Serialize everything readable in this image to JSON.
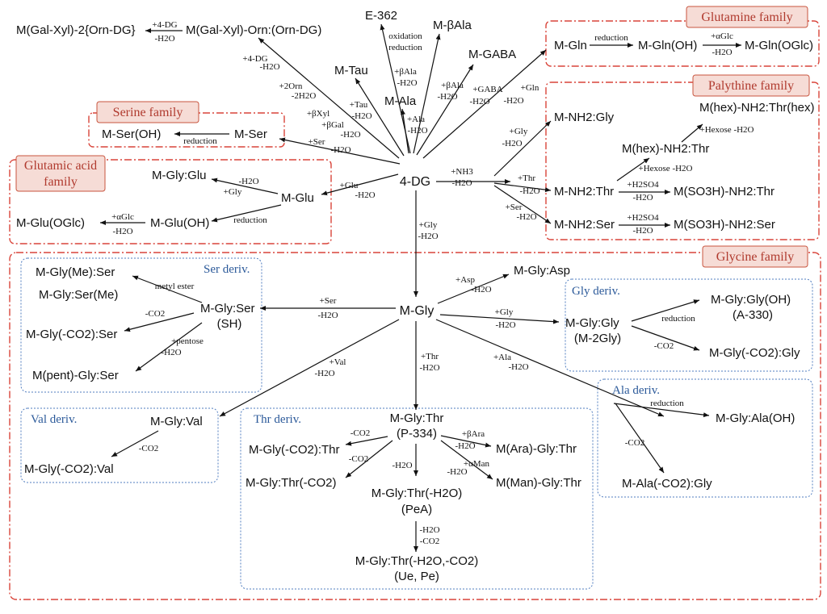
{
  "families": {
    "glutamine": "Glutamine family",
    "palythine": "Palythine family",
    "serine": "Serine family",
    "glutamic_line1": "Glutamic acid",
    "glutamic_line2": "family",
    "glycine": "Glycine family"
  },
  "derivs": {
    "ser": "Ser deriv.",
    "gly": "Gly deriv.",
    "ala": "Ala deriv.",
    "val": "Val deriv.",
    "thr": "Thr deriv."
  },
  "nodes": {
    "dg": "4-DG",
    "m_gly": "M-Gly",
    "m_gal_xyl_2": "M(Gal-Xyl)-2{Orn-DG}",
    "m_gal_xyl_orn": "M(Gal-Xyl)-Orn:(Orn-DG)",
    "e362": "E-362",
    "m_bala": "M-βAla",
    "m_gaba": "M-GABA",
    "m_tau": "M-Tau",
    "m_ala": "M-Ala",
    "m_gln": "M-Gln",
    "m_gln_oh": "M-Gln(OH)",
    "m_gln_oglc": "M-Gln(OGlc)",
    "m_ser": "M-Ser",
    "m_ser_oh": "M-Ser(OH)",
    "m_glu": "M-Glu",
    "m_gly_glu": "M-Gly:Glu",
    "m_glu_oh": "M-Glu(OH)",
    "m_glu_oglc": "M-Glu(OGlc)",
    "nh2_gly": "M-NH2:Gly",
    "nh2_thr": "M-NH2:Thr",
    "nh2_ser": "M-NH2:Ser",
    "hex_thr": "M(hex)-NH2:Thr",
    "hex_thr_hex": "M(hex)-NH2:Thr(hex)",
    "so3h_thr": "M(SO3H)-NH2:Thr",
    "so3h_ser": "M(SO3H)-NH2:Ser",
    "m_gly_asp": "M-Gly:Asp",
    "m_gly_ser": "M-Gly:Ser",
    "m_gly_ser_sh": "(SH)",
    "m_gly_me_ser": "M-Gly(Me):Ser",
    "m_gly_ser_me": "M-Gly:Ser(Me)",
    "m_gly_co2_ser": "M-Gly(-CO2):Ser",
    "m_pent_gly_ser": "M(pent)-Gly:Ser",
    "m_gly_gly": "M-Gly:Gly",
    "m_2gly": "(M-2Gly)",
    "m_gly_gly_oh": "M-Gly:Gly(OH)",
    "a330": "(A-330)",
    "m_gly_co2_gly": "M-Gly(-CO2):Gly",
    "m_gly_val": "M-Gly:Val",
    "m_gly_co2_val": "M-Gly(-CO2):Val",
    "m_gly_thr": "M-Gly:Thr",
    "p334": "(P-334)",
    "m_gly_co2_thr": "M-Gly(-CO2):Thr",
    "m_gly_thr_co2": "M-Gly:Thr(-CO2)",
    "m_ara_gly_thr": "M(Ara)-Gly:Thr",
    "m_man_gly_thr": "M(Man)-Gly:Thr",
    "m_gly_thr_h2o": "M-Gly:Thr(-H2O)",
    "pea": "(PeA)",
    "m_gly_thr_h2o_co2": "M-Gly:Thr(-H2O,-CO2)",
    "ue_pe": "(Ue, Pe)",
    "m_gly_ala_oh": "M-Gly:Ala(OH)",
    "m_ala_co2_gly": "M-Ala(-CO2):Gly"
  },
  "labels": {
    "plus_4dg_a": "+4-DG",
    "minus_h2o_a": "-H2O",
    "plus_4dg_b": "+4-DG",
    "minus_h2o_b": "-H2O",
    "plus_2orn": "+2Orn",
    "minus_2h2o": "-2H2O",
    "plus_bxyl": "+βXyl",
    "plus_bgal": "+βGal",
    "minus_h2o_c": "-H2O",
    "oxidation": "oxidation",
    "reduction_e": "reduction",
    "plus_bala_a": "+βAla",
    "minus_h2o_d": "-H2O",
    "plus_tau": "+Tau",
    "minus_h2o_e": "-H2O",
    "plus_ala_a": "+Ala",
    "minus_h2o_f": "-H2O",
    "plus_bala_b": "+βAla",
    "minus_h2o_g": "-H2O",
    "plus_gaba": "+GABA",
    "minus_h2o_h": "-H2O",
    "plus_gln": "+Gln",
    "minus_h2o_i": "-H2O",
    "reduction_gln": "reduction",
    "plus_aglc_a": "+αGlc",
    "minus_h2o_j": "-H2O",
    "plus_ser_a": "+Ser",
    "minus_h2o_k": "-H2O",
    "reduction_ser": "reduction",
    "plus_glu": "+Glu",
    "minus_h2o_l": "-H2O",
    "minus_h2o_m": "-H2O",
    "plus_gly_a": "+Gly",
    "reduction_glu": "reduction",
    "plus_aglc_b": "+αGlc",
    "minus_h2o_n": "-H2O",
    "plus_gly_b": "+Gly",
    "minus_h2o_o": "-H2O",
    "plus_nh3": "+NH3",
    "minus_h2o_p": "-H2O",
    "plus_thr_a": "+Thr",
    "minus_h2o_q": "-H2O",
    "plus_ser_b": "+Ser",
    "minus_h2o_r": "-H2O",
    "plus_hexose_a": "+Hexose -H2O",
    "plus_hexose_b": "+Hexose -H2O",
    "plus_h2so4_a": "+H2SO4",
    "minus_h2o_s": "-H2O",
    "plus_h2so4_b": "+H2SO4",
    "minus_h2o_t": "-H2O",
    "plus_gly_c": "+Gly",
    "minus_h2o_u": "-H2O",
    "plus_asp": "+Asp",
    "minus_h2o_v": "-H2O",
    "plus_ser_c": "+Ser",
    "minus_h2o_w": "-H2O",
    "metyl_ester": "metyl ester",
    "minus_co2_a": "-CO2",
    "plus_pentose": "+pentose",
    "minus_h2o_x": "-H2O",
    "plus_gly_d": "+Gly",
    "minus_h2o_y": "-H2O",
    "reduction_gly": "reduction",
    "minus_co2_b": "-CO2",
    "plus_val": "+Val",
    "minus_h2o_z": "-H2O",
    "minus_co2_c": "-CO2",
    "plus_thr_b": "+Thr",
    "minus_h2o_aa": "-H2O",
    "plus_ala_b": "+Ala",
    "minus_h2o_ab": "-H2O",
    "reduction_ala": "reduction",
    "minus_co2_d": "-CO2",
    "minus_co2_e": "-CO2",
    "minus_co2_f": "-CO2",
    "plus_bara": "+βAra",
    "minus_h2o_ac": "-H2O",
    "minus_h2o_ad": "-H2O",
    "plus_aman": "+αMan",
    "minus_h2o_ae": "-H2O",
    "minus_h2o_af": "-H2O",
    "minus_co2_g": "-CO2"
  }
}
